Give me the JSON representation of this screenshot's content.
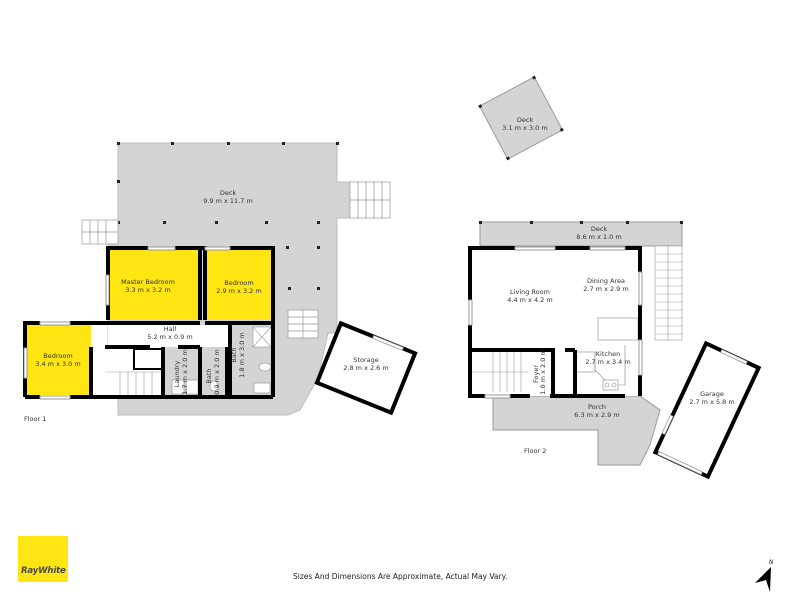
{
  "floors": [
    {
      "label": "Floor 1",
      "rooms": [
        {
          "name": "Deck",
          "size": "9.9 m x 11.7 m"
        },
        {
          "name": "Master Bedroom",
          "size": "3.3 m x 3.2 m"
        },
        {
          "name": "Bedroom",
          "size": "2.9 m x 3.2 m"
        },
        {
          "name": "Hall",
          "size": "5.2 m x 0.9 m"
        },
        {
          "name": "Bedroom",
          "size": "3.4 m x 3.0 m"
        },
        {
          "name": "Laundry",
          "size": "1.7 m x 2.0 m"
        },
        {
          "name": "Bath",
          "size": "0.9 m x 2.0 m"
        },
        {
          "name": "Bath",
          "size": "1.8 m x 3.0 m"
        },
        {
          "name": "Storage",
          "size": "2.8 m x 2.6 m"
        }
      ]
    },
    {
      "label": "Floor 2",
      "rooms": [
        {
          "name": "Deck",
          "size": "3.1 m x 3.0 m"
        },
        {
          "name": "Deck",
          "size": "8.6 m x 1.0 m"
        },
        {
          "name": "Living Room",
          "size": "4.4 m x 4.2 m"
        },
        {
          "name": "Dining Area",
          "size": "2.7 m x 2.9 m"
        },
        {
          "name": "Kitchen",
          "size": "2.7 m x 3.4 m"
        },
        {
          "name": "Foyer",
          "size": "1.0 m x 2.0 m"
        },
        {
          "name": "Porch",
          "size": "6.3 m x 2.9 m"
        },
        {
          "name": "Garage",
          "size": "2.7 m x 5.8 m"
        }
      ]
    }
  ],
  "footer": {
    "disclaimer": "Sizes And Dimensions Are Approximate, Actual May Vary.",
    "brand": "RayWhite",
    "compass_label": "N"
  },
  "colors": {
    "highlight_room": "#ffe512",
    "deck_fill": "#d4d4d4",
    "wall": "#000000",
    "brand_yellow": "#ffe512"
  }
}
